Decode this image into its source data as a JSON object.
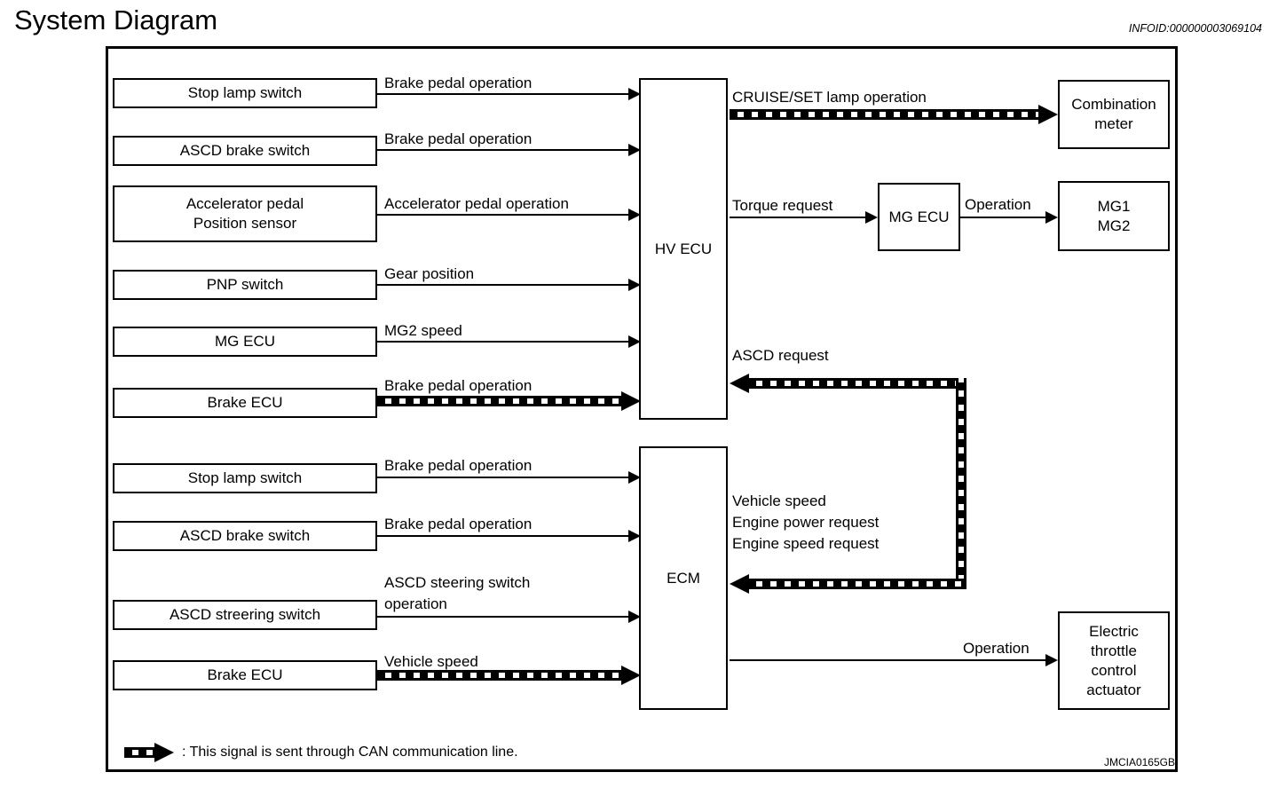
{
  "page": {
    "title": "System Diagram",
    "infoid": "INFOID:000000003069104",
    "figure_code": "JMCIA0165GB"
  },
  "colors": {
    "ink": "#000000",
    "paper": "#ffffff"
  },
  "nodes": {
    "stop_lamp_switch_1": "Stop lamp switch",
    "ascd_brake_switch_1": "ASCD brake switch",
    "accelerator_pedal_sensor": "Accelerator pedal\nPosition sensor",
    "pnp_switch": "PNP switch",
    "mg_ecu_input": "MG ECU",
    "brake_ecu_1": "Brake ECU",
    "stop_lamp_switch_2": "Stop lamp switch",
    "ascd_brake_switch_2": "ASCD brake switch",
    "ascd_steering_switch": "ASCD streering switch",
    "brake_ecu_2": "Brake ECU",
    "hv_ecu": "HV ECU",
    "ecm": "ECM",
    "combination_meter": "Combination\nmeter",
    "mg_ecu": "MG ECU",
    "mg1_mg2": "MG1\nMG2",
    "electric_throttle_actuator": "Electric\nthrottle\ncontrol\nactuator"
  },
  "signals": {
    "brake_pedal_1": "Brake pedal operation",
    "brake_pedal_2": "Brake pedal operation",
    "accelerator_pedal_operation": "Accelerator pedal operation",
    "gear_position": "Gear position",
    "mg2_speed": "MG2 speed",
    "brake_pedal_can": "Brake pedal operation",
    "cruise_set_lamp": "CRUISE/SET lamp operation",
    "torque_request": "Torque request",
    "mg_operation": "Operation",
    "ascd_request": "ASCD request",
    "brake_pedal_3": "Brake pedal operation",
    "brake_pedal_4": "Brake pedal operation",
    "ascd_steering_operation": "ASCD steering switch\noperation",
    "vehicle_speed_can": "Vehicle speed",
    "ecm_can_signals": "Vehicle speed\nEngine power request\nEngine speed request",
    "throttle_operation": "Operation"
  },
  "legend": {
    "text": ": This signal is sent through CAN communication line."
  }
}
